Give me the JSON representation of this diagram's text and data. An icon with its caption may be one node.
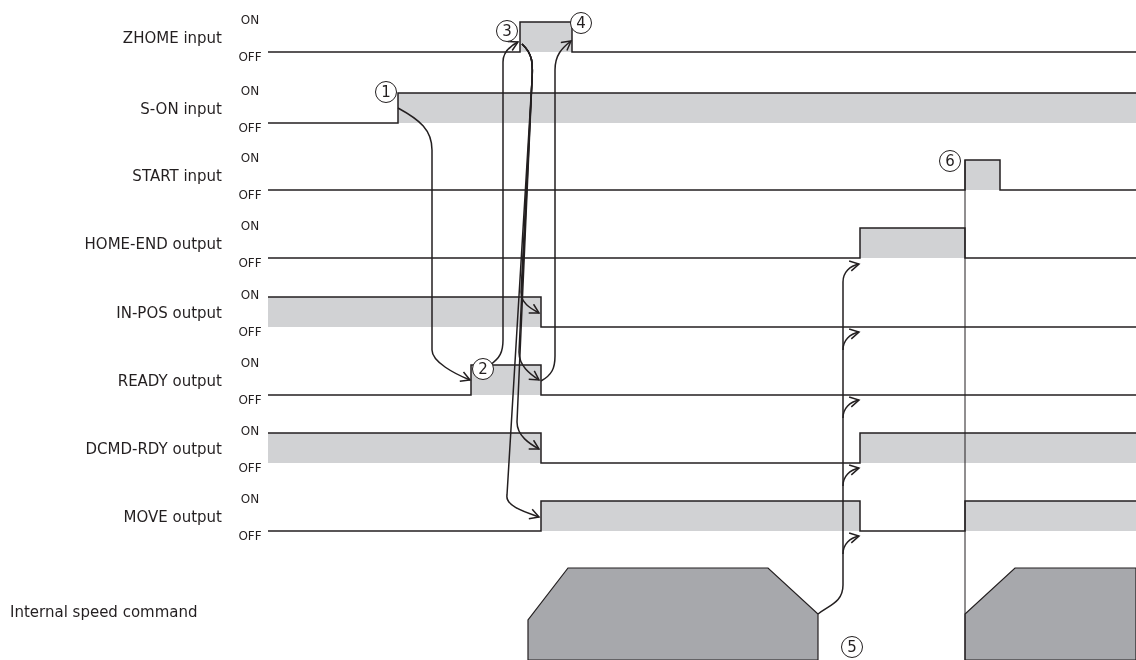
{
  "diagram": {
    "labels": [
      "ZHOME input",
      "ON",
      "OFF",
      "3",
      "4",
      "S-ON input",
      "ON",
      "OFF",
      "1",
      "START input",
      "ON",
      "OFF",
      "6",
      "HOME-END output",
      "ON",
      "OFF",
      "IN-POS output",
      "ON",
      "OFF",
      "READY output",
      "ON",
      "OFF",
      "2",
      "DCMD-RDY output",
      "ON",
      "OFF",
      "MOVE output",
      "ON",
      "OFF",
      "Internal speed command",
      "5"
    ]
  }
}
